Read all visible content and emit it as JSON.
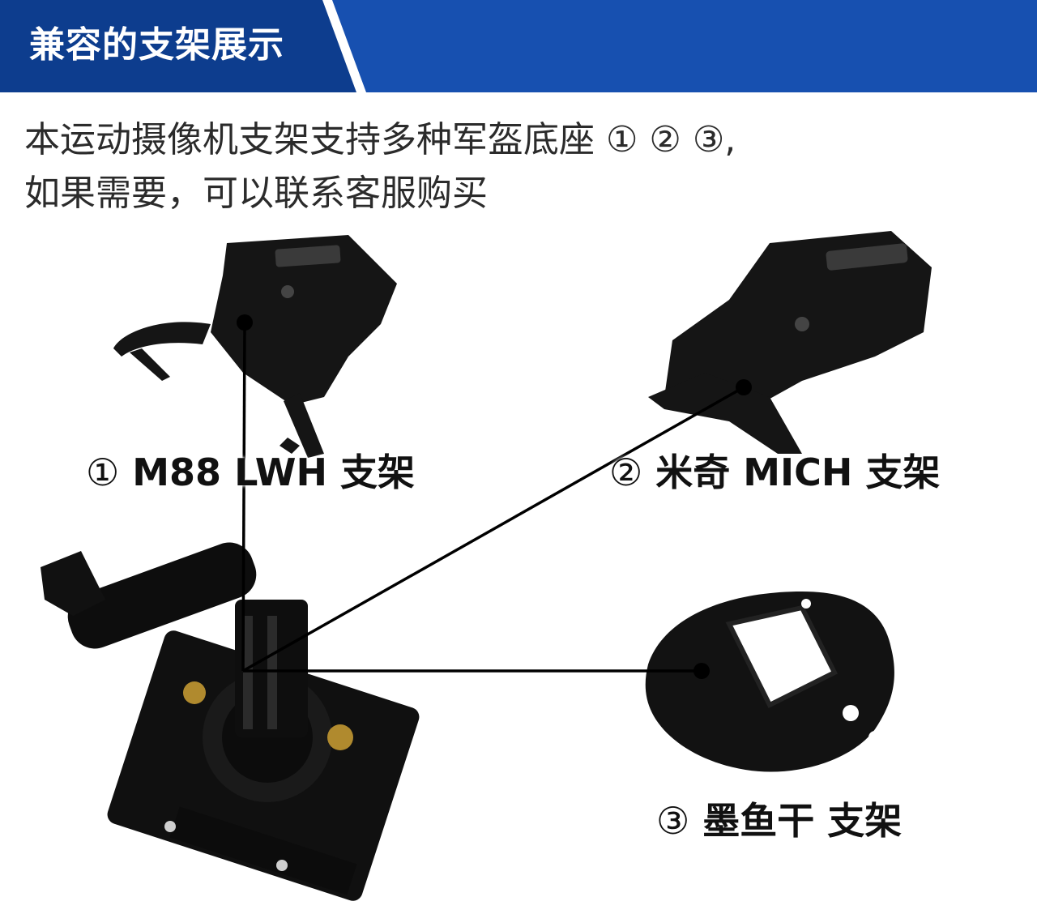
{
  "banner": {
    "title": "兼容的支架展示",
    "colors": {
      "dark_blue": "#0d3d8e",
      "blue": "#1750b0"
    }
  },
  "intro": {
    "line1": "本运动摄像机支架支持多种军盔底座 ① ② ③,",
    "line2": "如果需要，可以联系客服购买"
  },
  "mounts": [
    {
      "number": "①",
      "name": "M88 LWH 支架"
    },
    {
      "number": "②",
      "name": "米奇 MICH 支架"
    },
    {
      "number": "③",
      "name": "墨鱼干 支架"
    }
  ]
}
